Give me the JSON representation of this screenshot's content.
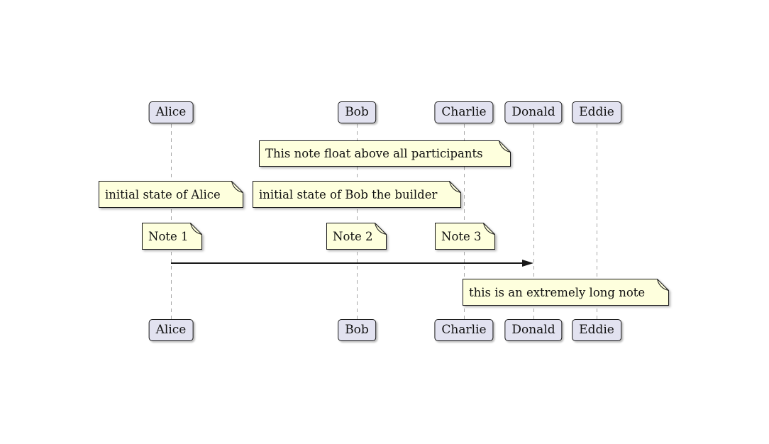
{
  "diagram": {
    "type": "sequence-diagram",
    "participants": [
      "Alice",
      "Bob",
      "Charlie",
      "Donald",
      "Eddie"
    ],
    "notes": {
      "floating": "This note float above all participants",
      "alice_state": "initial state of Alice",
      "bob_state": "initial state of Bob the builder",
      "note1": "Note 1",
      "note2": "Note 2",
      "note3": "Note 3",
      "long_note": "this is an extremely long note"
    },
    "message": {
      "from": "Alice",
      "to": "Donald"
    },
    "colors": {
      "background": "#ffffff",
      "participant_fill": "#e2e2f0",
      "participant_border": "#181818",
      "note_fill": "#feffdd",
      "note_border": "#181818",
      "lifeline": "#a8a8a8",
      "arrow": "#181818",
      "text": "#111111"
    }
  }
}
